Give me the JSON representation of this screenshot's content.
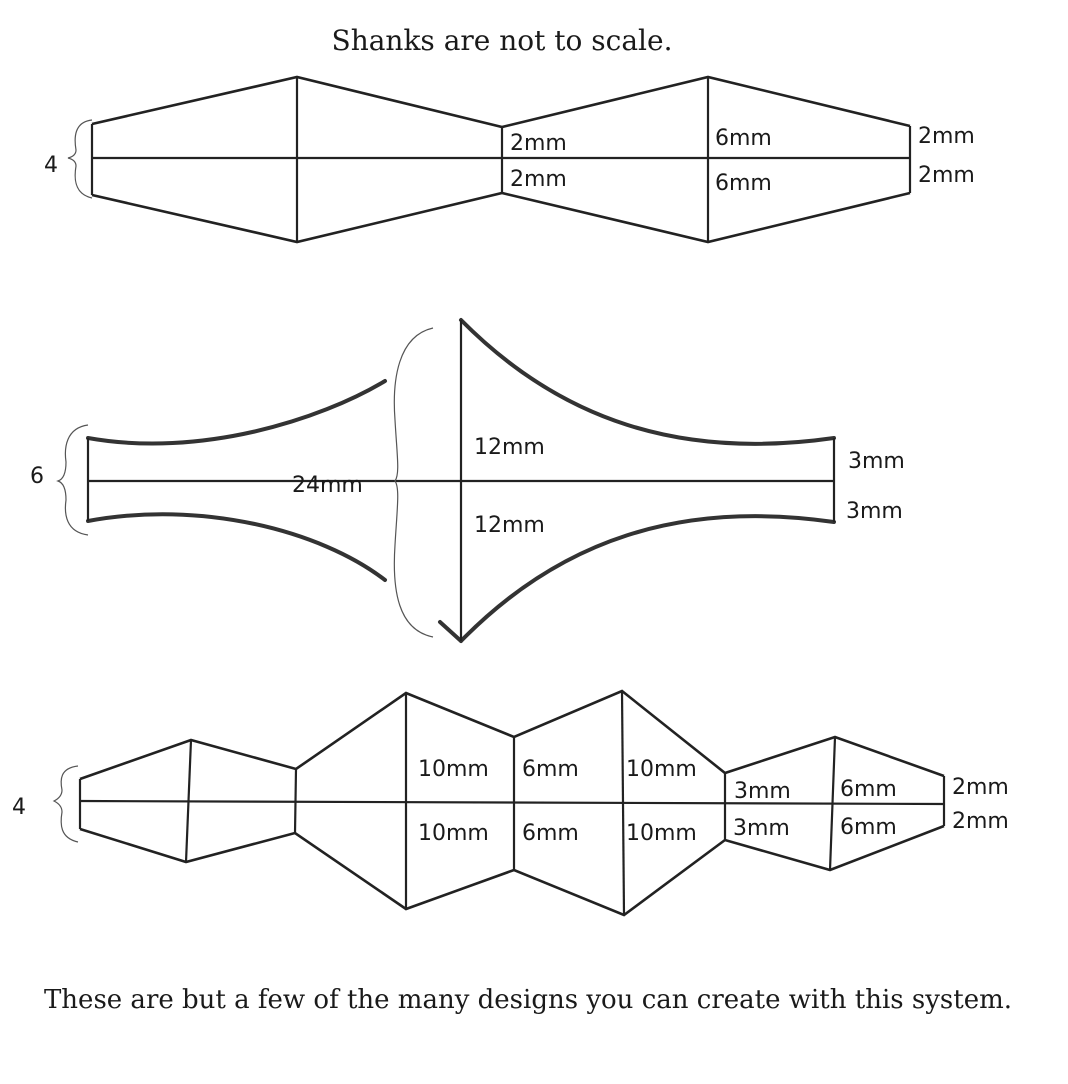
{
  "title": "Shanks are not to scale.",
  "caption": "These are but a few of the many designs you can create with this system.",
  "design1": {
    "left_height": "4",
    "labels": {
      "a_top": "2mm",
      "a_bot": "2mm",
      "b_top": "6mm",
      "b_bot": "6mm",
      "c_top": "2mm",
      "c_bot": "2mm"
    }
  },
  "design2": {
    "left_height": "6",
    "total": "24mm",
    "labels": {
      "center_top": "12mm",
      "center_bot": "12mm",
      "right_top": "3mm",
      "right_bot": "3mm"
    }
  },
  "design3": {
    "left_height": "4",
    "labels": {
      "s1_top": "10mm",
      "s1_bot": "10mm",
      "s2_top": "6mm",
      "s2_bot": "6mm",
      "s3_top": "10mm",
      "s3_bot": "10mm",
      "s4_top": "3mm",
      "s4_bot": "3mm",
      "s5_top": "6mm",
      "s5_bot": "6mm",
      "s6_top": "2mm",
      "s6_bot": "2mm"
    }
  }
}
